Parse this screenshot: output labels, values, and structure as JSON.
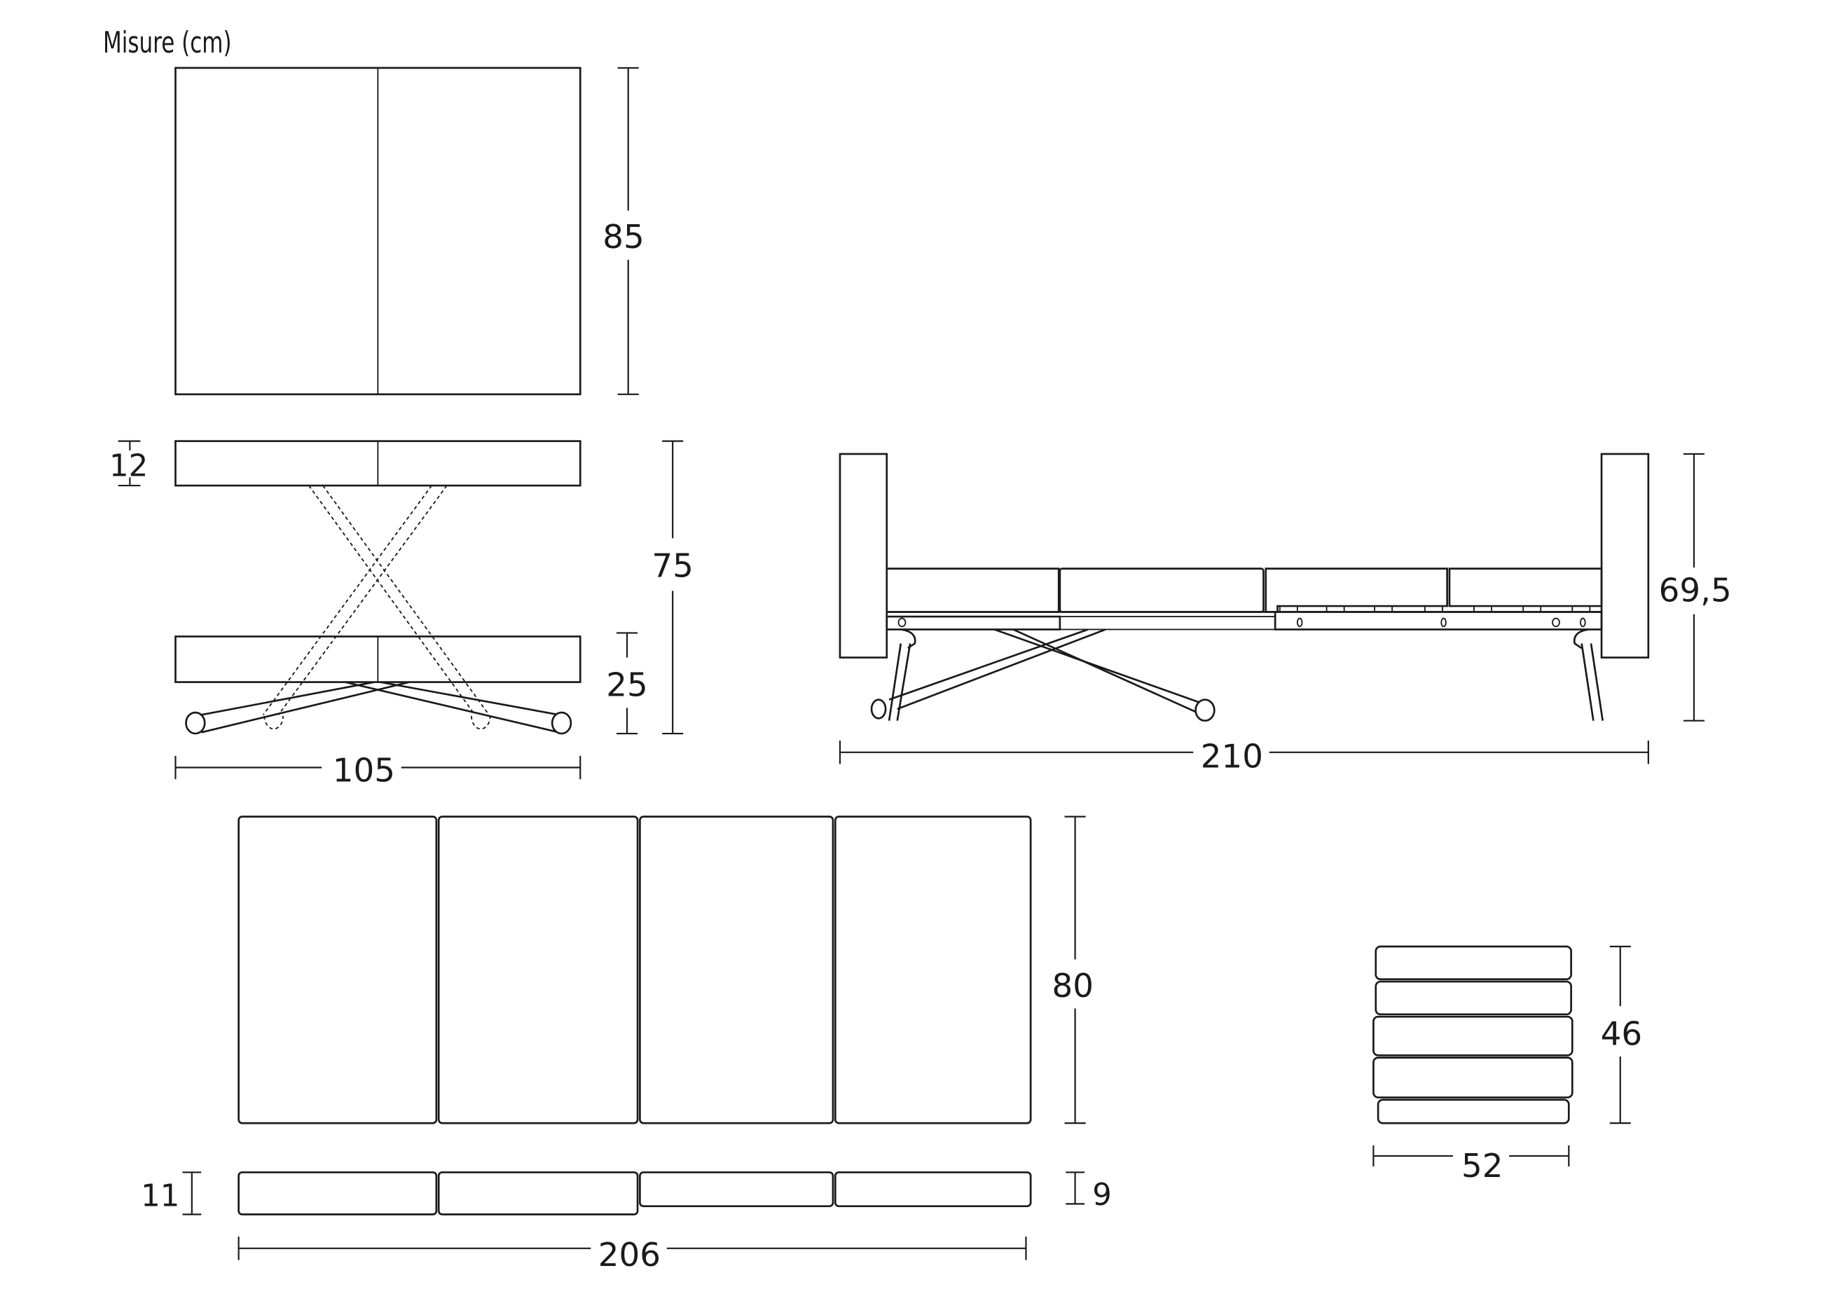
{
  "title": "Misure (cm)",
  "views": {
    "table_top_plan": {
      "depth_label": "85"
    },
    "table_elevation": {
      "top_thickness_label": "12",
      "total_height_label": "75",
      "low_height_label": "25",
      "width_label": "105"
    },
    "sofa_side": {
      "height_label": "69,5",
      "length_label": "210"
    },
    "mattress_plan": {
      "depth_label": "80"
    },
    "mattress_side": {
      "left_thickness_label": "11",
      "right_thickness_label": "9",
      "length_label": "206"
    },
    "pouf_stack": {
      "height_label": "46",
      "width_label": "52"
    }
  },
  "colors": {
    "line": "#1a1a1a",
    "background": "#ffffff"
  }
}
